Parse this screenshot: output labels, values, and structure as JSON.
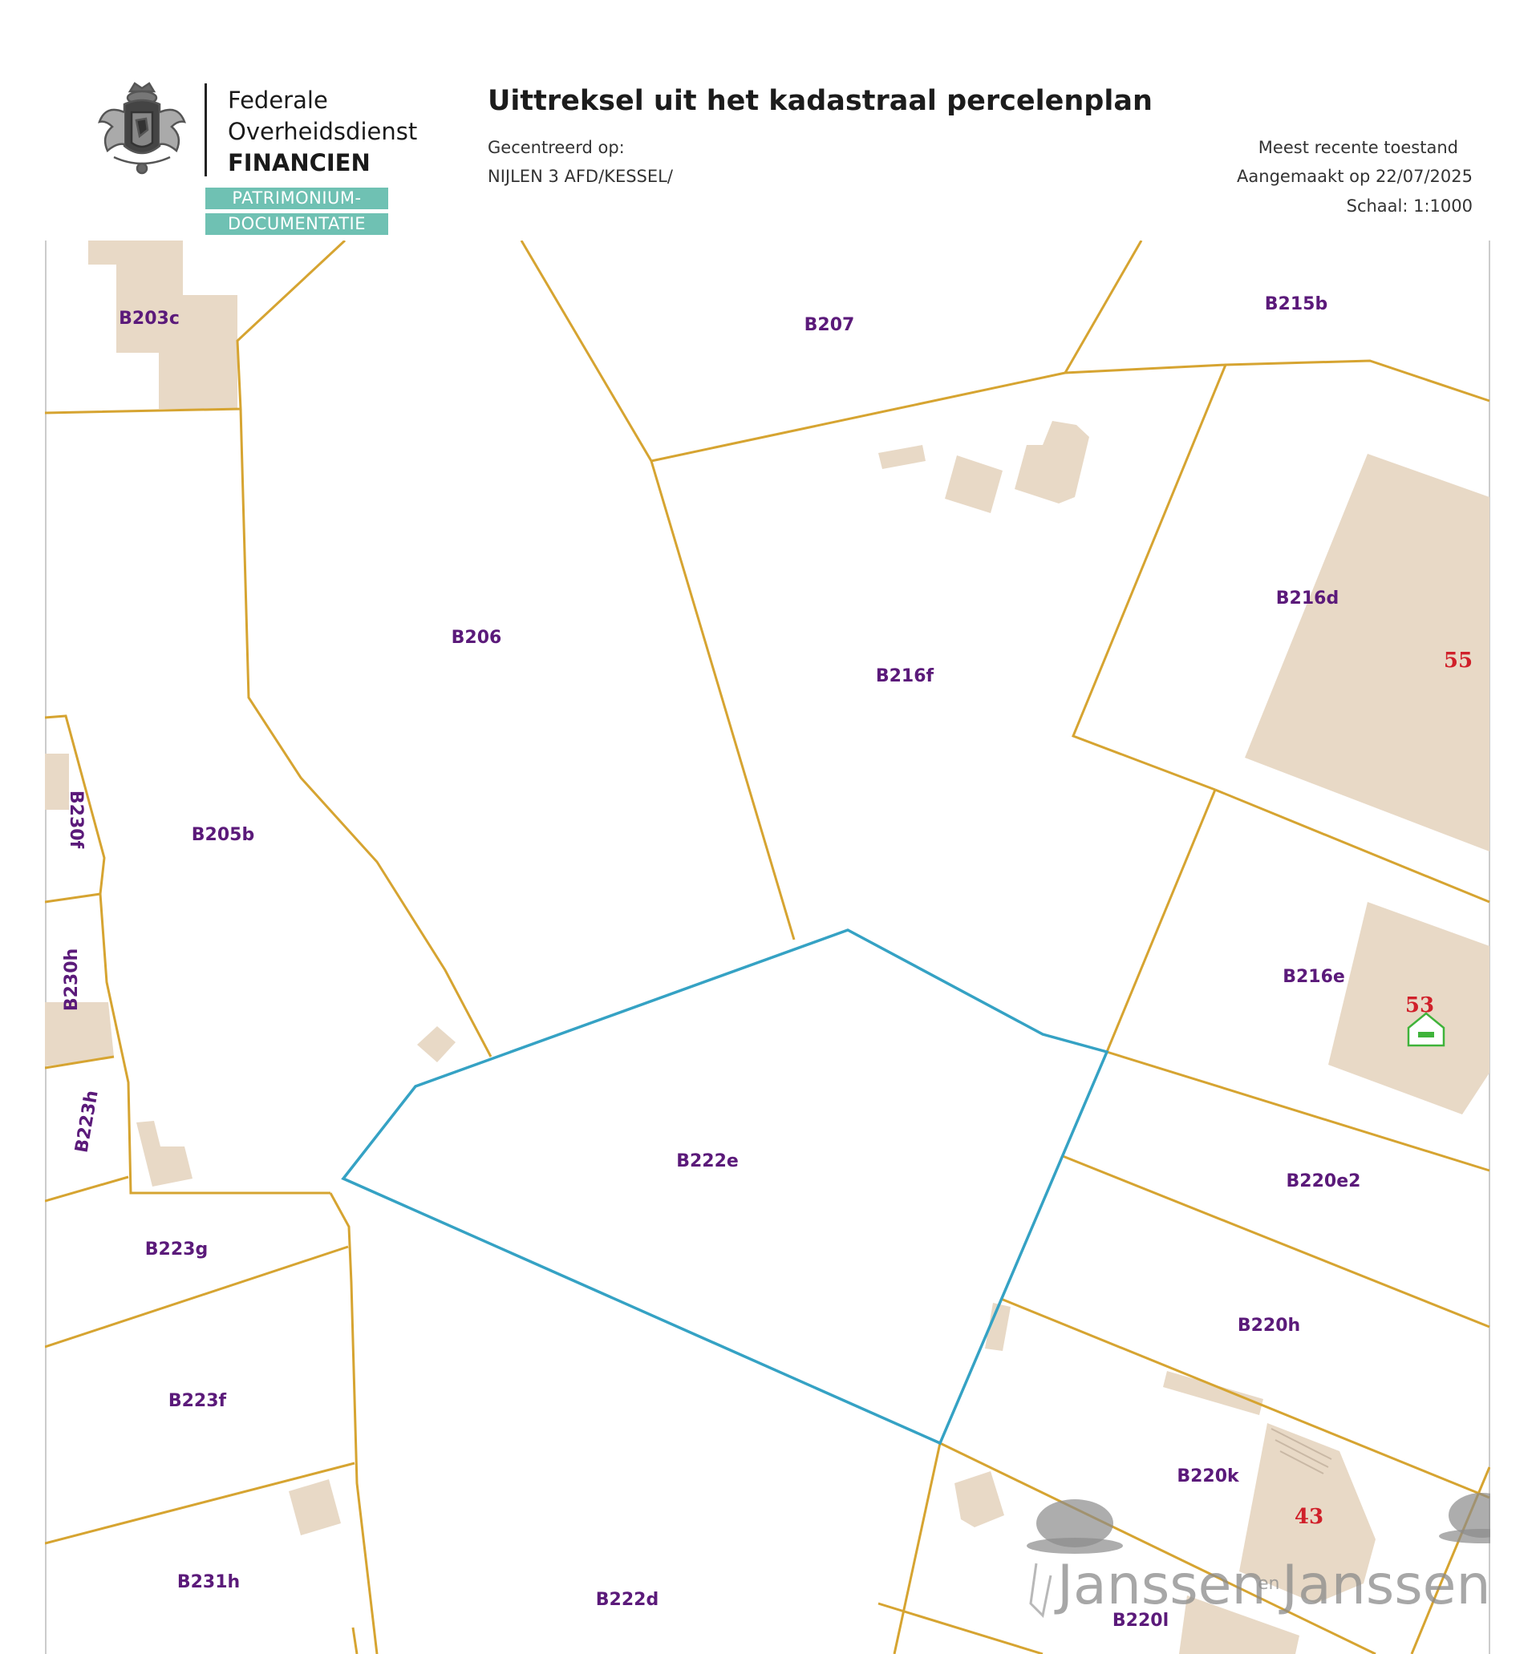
{
  "header": {
    "org_line1": "Federale",
    "org_line2": "Overheidsdienst",
    "org_line3": "FINANCIEN",
    "badge_line1": "PATRIMONIUM-",
    "badge_line2": "DOCUMENTATIE",
    "title": "Uittreksel uit het kadastraal percelenplan",
    "centered_label": "Gecentreerd op:",
    "centered_value": "NIJLEN 3 AFD/KESSEL/",
    "state": "Meest recente toestand",
    "created": "Aangemaakt op 22/07/2025",
    "scale": "Schaal: 1:1000"
  },
  "colors": {
    "parcel_line": "#d6a431",
    "selected_parcel": "#35a2c4",
    "building_fill": "#e8d9c6",
    "parcel_label": "#5b1a7a",
    "house_number": "#d0202a",
    "badge": "#6fc1b3"
  },
  "map": {
    "selected_parcel": "B222e",
    "parcels": [
      "B203c",
      "B207",
      "B215b",
      "B206",
      "B216d",
      "B216f",
      "B205b",
      "B230f",
      "B230h",
      "B216e",
      "B222e",
      "B223h",
      "B220e2",
      "B223g",
      "B220h",
      "B223f",
      "B220k",
      "B231h",
      "B222d",
      "B220l"
    ],
    "house_numbers": [
      "55",
      "53",
      "43"
    ]
  },
  "watermark": {
    "text_left": "Janssen",
    "text_mid": "en",
    "text_right": "Janssen"
  }
}
